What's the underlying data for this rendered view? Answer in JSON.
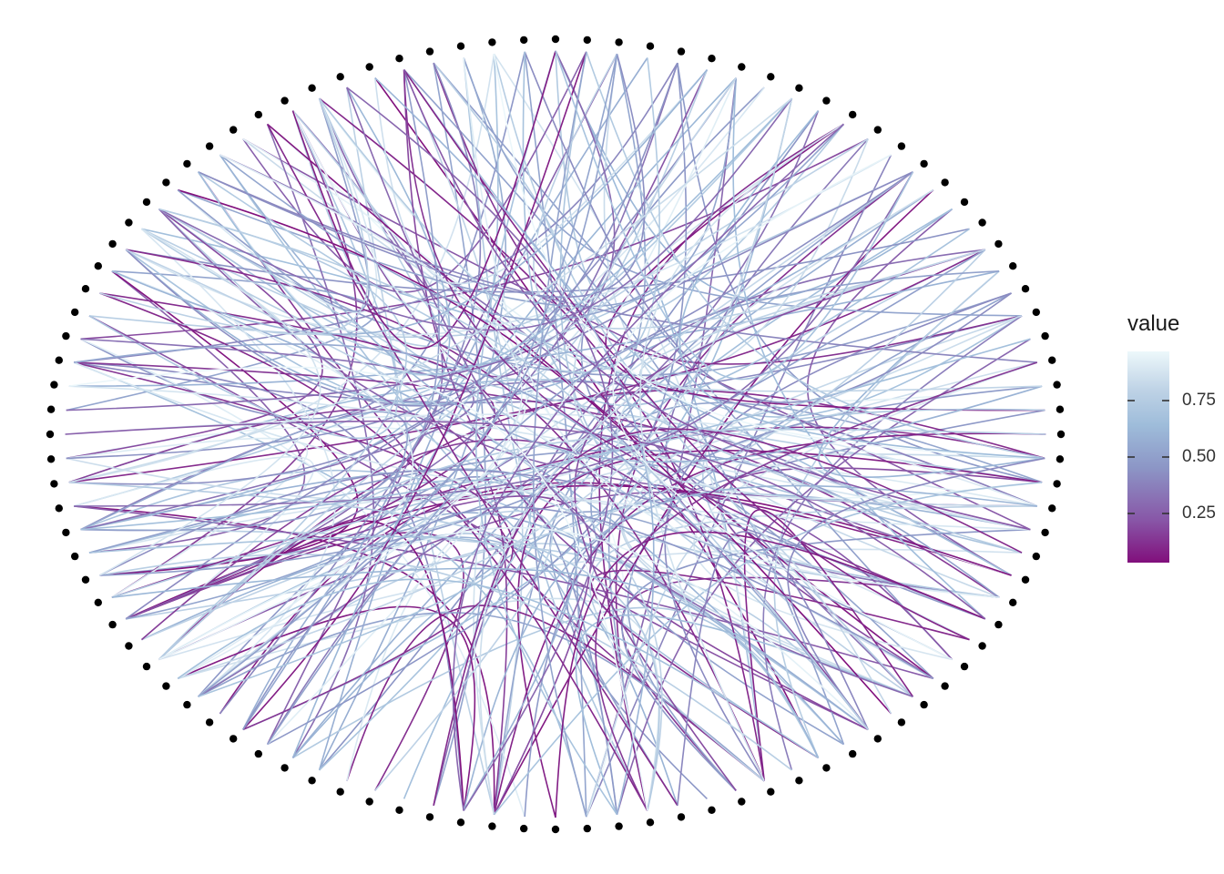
{
  "diagram": {
    "type": "hierarchical-edge-bundling",
    "node_count": 100,
    "node_color": "#000000"
  },
  "legend": {
    "title": "value",
    "ticks": [
      "0.75",
      "0.50",
      "0.25"
    ],
    "gradient_colors": [
      "#810f7c",
      "#8856a7",
      "#8c96c6",
      "#9ebcda",
      "#bfd3e6",
      "#edf8fb"
    ]
  },
  "edges_description_colors": {
    "low": "#810f7c",
    "mid": "#8c96c6",
    "high": "#edf8fb"
  }
}
